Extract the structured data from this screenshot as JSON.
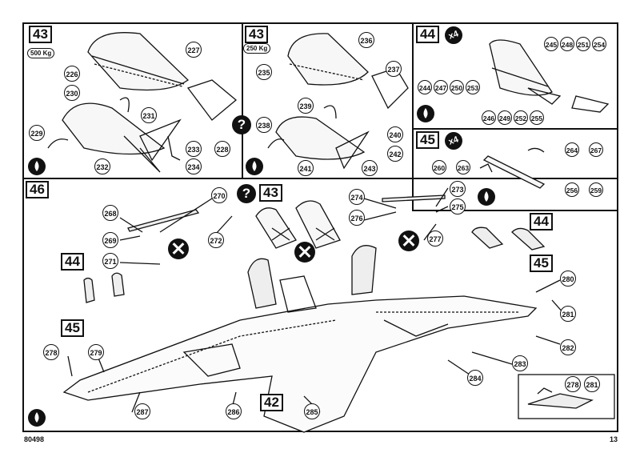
{
  "footer": {
    "code": "80498",
    "page": "13"
  },
  "panels": {
    "step43a": {
      "step": "43",
      "weight": "500 Kg",
      "parts": [
        "226",
        "227",
        "228",
        "229",
        "230",
        "231",
        "232",
        "233",
        "234"
      ]
    },
    "step43b": {
      "step": "43",
      "weight": "250 Kg",
      "parts": [
        "235",
        "236",
        "237",
        "238",
        "239",
        "240",
        "241",
        "242",
        "243"
      ]
    },
    "step44": {
      "step": "44",
      "multiplier": "x4",
      "parts": [
        "245",
        "248",
        "251",
        "254",
        "244",
        "247",
        "250",
        "253",
        "246",
        "249",
        "252",
        "255"
      ]
    },
    "step45": {
      "step": "45",
      "multiplier": "x4",
      "parts": [
        "264",
        "267",
        "260",
        "263",
        "256",
        "259"
      ]
    },
    "step46": {
      "step": "46",
      "sub_steps": [
        "43",
        "44",
        "45",
        "44",
        "45",
        "42"
      ],
      "parts": [
        "270",
        "268",
        "269",
        "272",
        "271",
        "274",
        "273",
        "276",
        "275",
        "277",
        "280",
        "281",
        "282",
        "283",
        "284",
        "285",
        "286",
        "287",
        "278",
        "279",
        "278",
        "281"
      ]
    }
  }
}
